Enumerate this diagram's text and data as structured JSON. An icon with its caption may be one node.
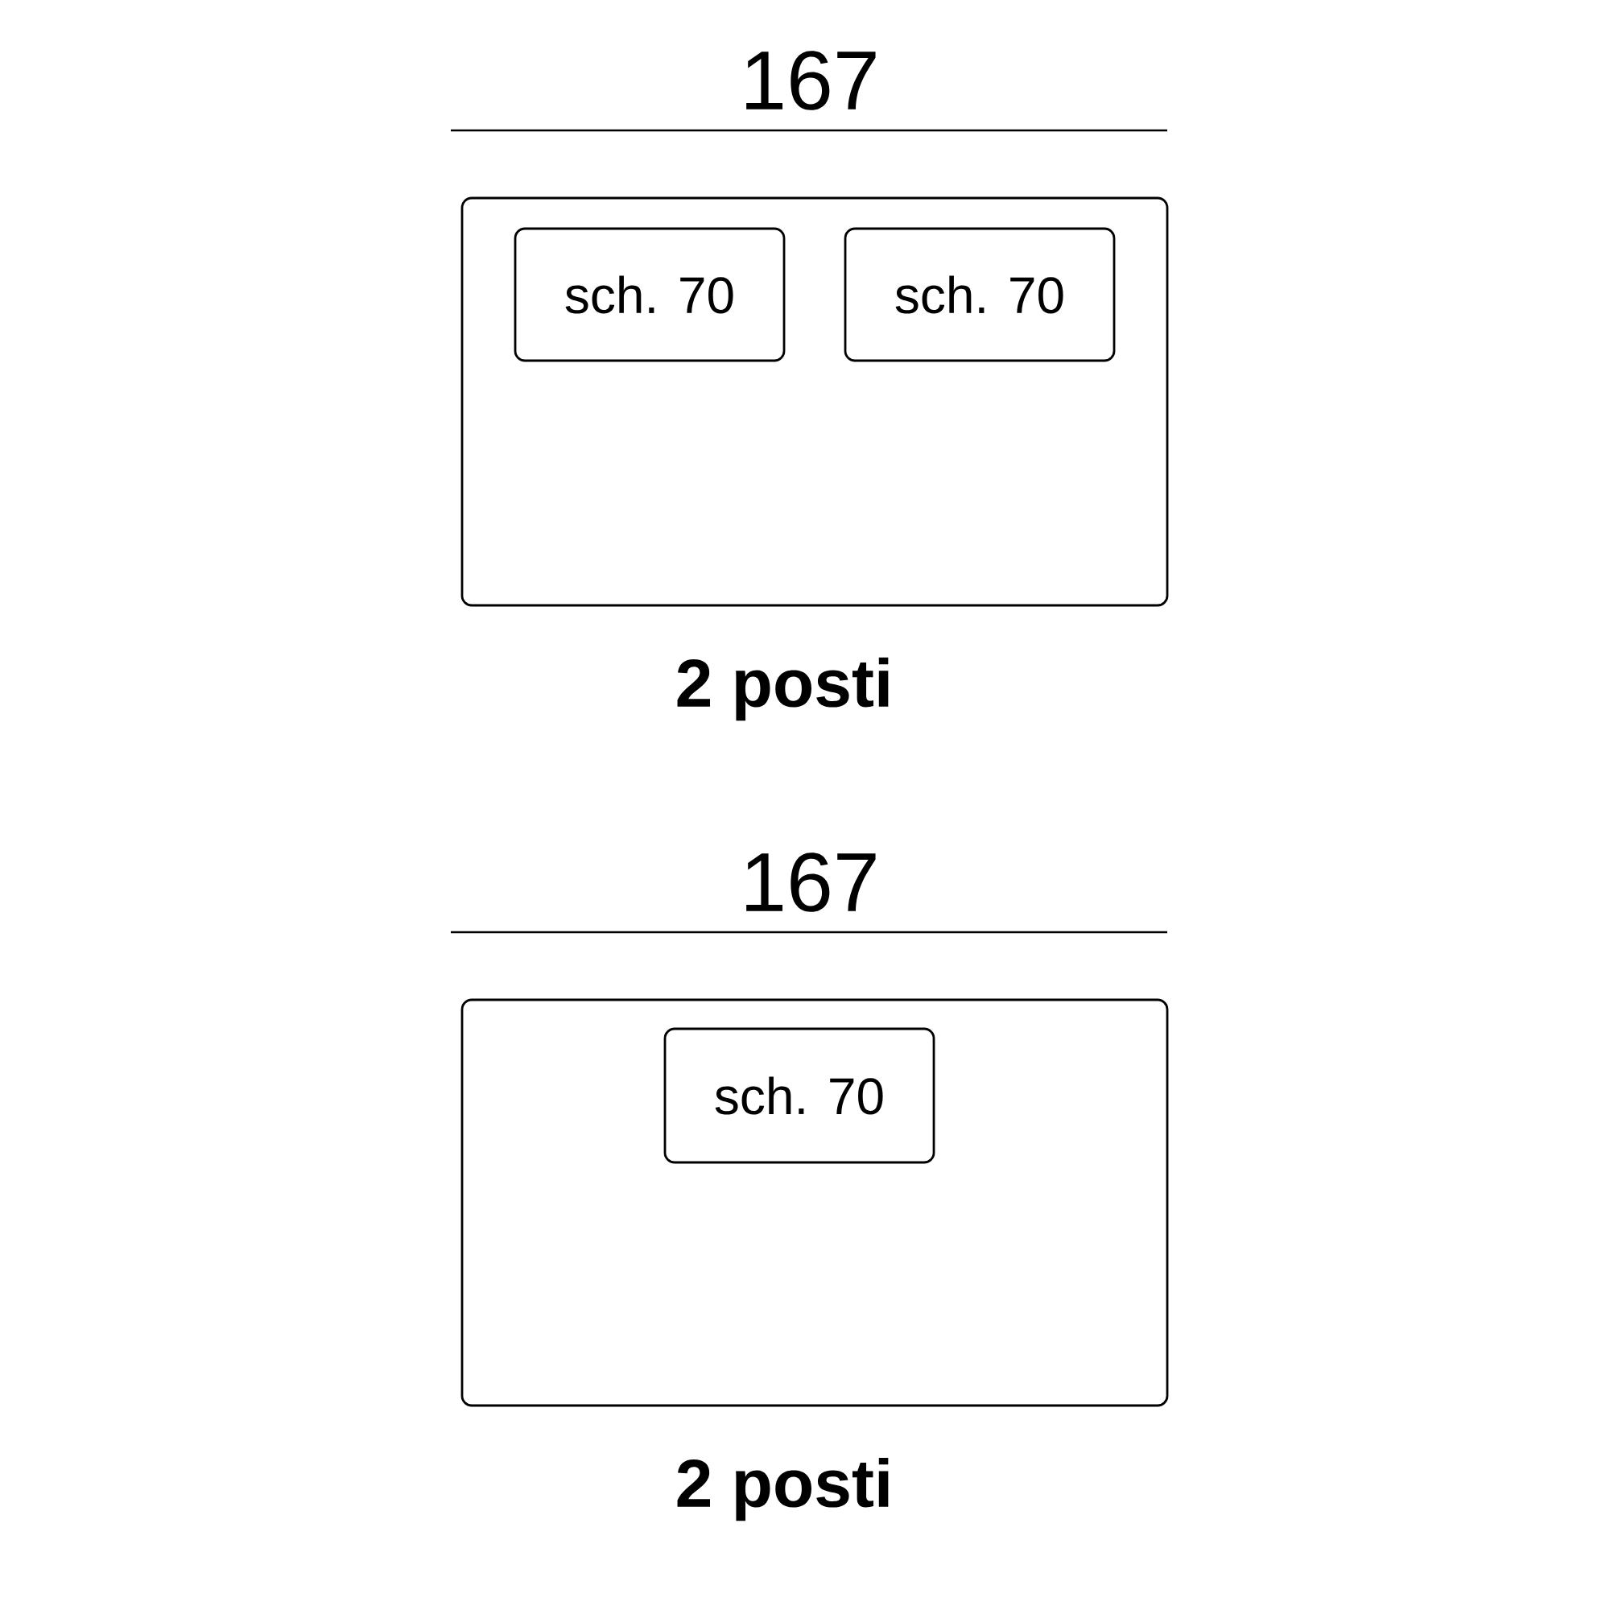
{
  "diagram": {
    "nodes": [
      {
        "text": [],
        "shape": "box",
        "beside": [
          "2 posti"
        ]
      },
      {
        "text": [
          "sch. 70"
        ],
        "in": 0
      },
      {
        "text": [
          "sch. 70"
        ],
        "in": 0
      },
      {
        "text": [],
        "shape": "box",
        "beside": [
          "2 posti"
        ]
      },
      {
        "text": [
          "sch. 70"
        ],
        "in": 3
      }
    ],
    "labels": [
      "167",
      "167"
    ]
  }
}
